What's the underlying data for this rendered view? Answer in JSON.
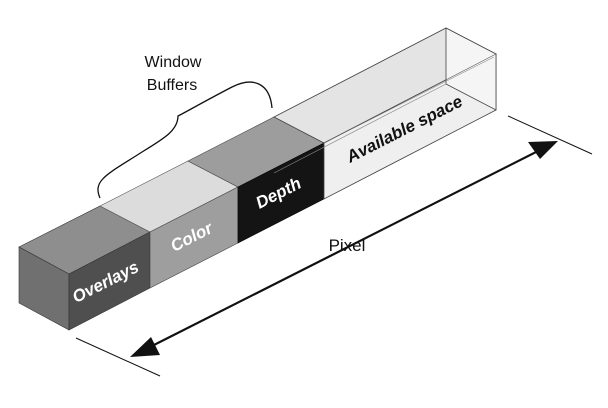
{
  "buffers_label_line1": "Window",
  "buffers_label_line2": "Buffers",
  "segments": {
    "overlays": "Overlays",
    "color": "Color",
    "depth": "Depth",
    "available": "Available space"
  },
  "pixel_label": "Pixel"
}
